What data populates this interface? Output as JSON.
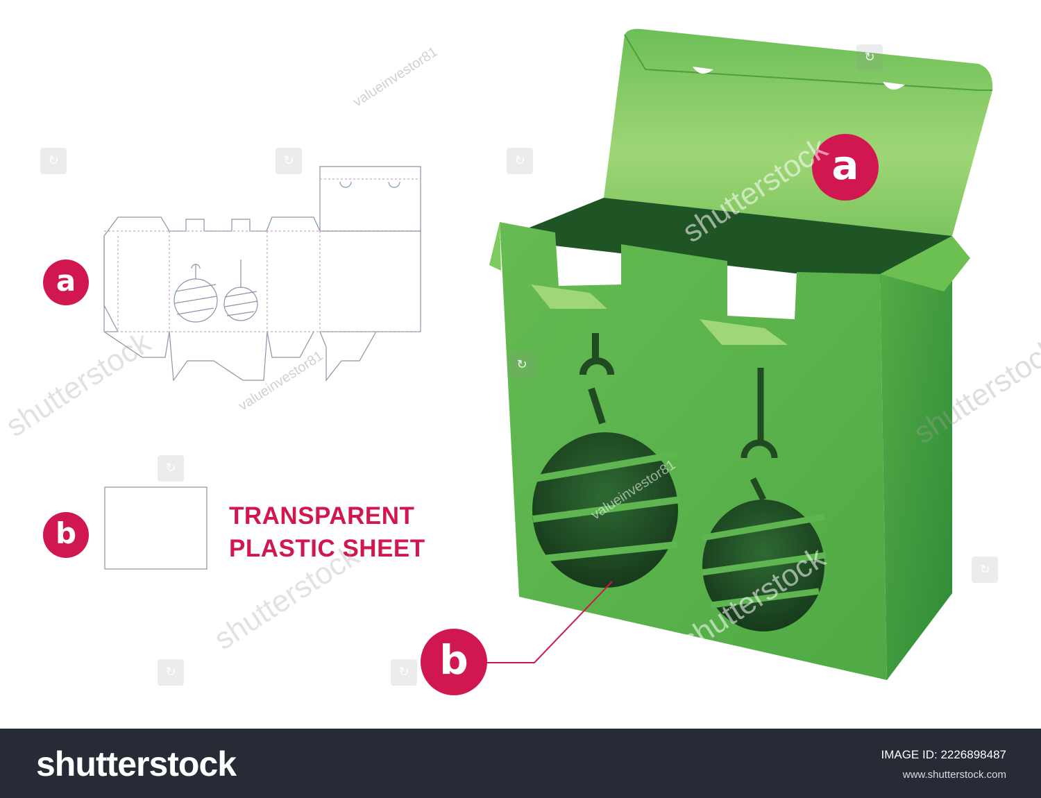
{
  "labels": {
    "a": "a",
    "b": "b",
    "sheet_line1": "TRANSPARENT",
    "sheet_line2": "PLASTIC SHEET"
  },
  "colors": {
    "accent": "#d0174f",
    "box_green": "#5fb650",
    "box_light": "#8fcf6a",
    "box_dark": "#2f7a2f",
    "window_dark": "#1f4a22",
    "dieline": "#8a93a8",
    "footer_bg": "#272b35"
  },
  "watermarks": {
    "brand": "shutterstock",
    "author": "valueinvestor81"
  },
  "footer": {
    "brand": "shutterstock",
    "image_id": "IMAGE ID: 2226898487",
    "site": "www.shutterstock.com"
  }
}
